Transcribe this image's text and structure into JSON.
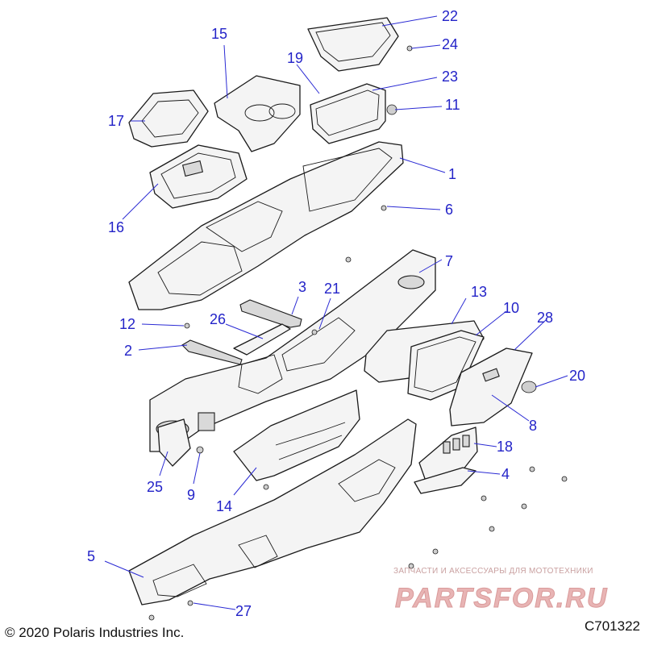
{
  "diagram": {
    "callouts": [
      "1",
      "2",
      "3",
      "4",
      "5",
      "6",
      "7",
      "8",
      "9",
      "10",
      "11",
      "12",
      "13",
      "14",
      "15",
      "16",
      "17",
      "18",
      "19",
      "20",
      "21",
      "22",
      "23",
      "24",
      "25",
      "26",
      "27",
      "28"
    ]
  },
  "footer": {
    "copyright": "© 2020 Polaris Industries Inc.",
    "drawing_number": "C701322"
  },
  "watermark": {
    "caption": "ЗАПЧАСТИ И АКСЕССУАРЫ ДЛЯ МОТОТЕХНИКИ",
    "logo_text": "PARTSFOR.RU",
    "color": "#e8b4b4"
  },
  "colors": {
    "callout": "#2323c8",
    "line": "#1a1a1a"
  }
}
